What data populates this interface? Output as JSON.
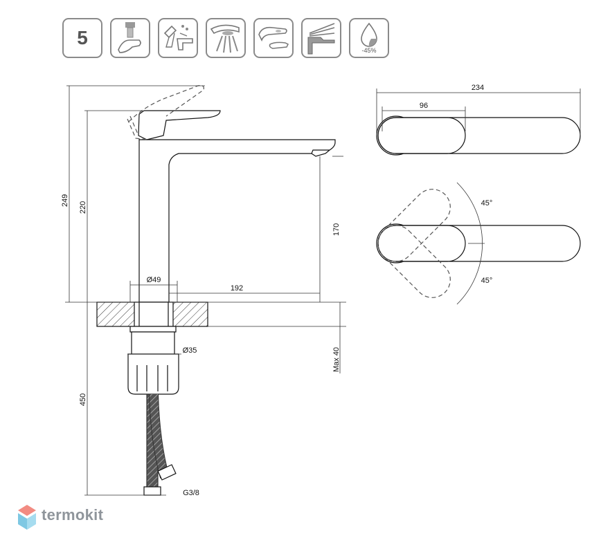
{
  "feature_icons": [
    {
      "name": "warranty-years",
      "text": "5"
    },
    {
      "name": "aerator-hand-icon"
    },
    {
      "name": "cleaning-icon"
    },
    {
      "name": "spray-icon"
    },
    {
      "name": "soft-touch-icon"
    },
    {
      "name": "cold-start-lever-icon"
    },
    {
      "name": "water-saving-icon",
      "text": "-45%"
    }
  ],
  "dimensions": {
    "total_height": "249",
    "spout_height": "220",
    "outlet_height": "170",
    "base_diameter": "Ø49",
    "reach": "192",
    "top_length": "234",
    "handle_length": "96",
    "rotation_up": "45°",
    "rotation_down": "45°",
    "shank_diameter": "Ø35",
    "max_thickness": "Max 40",
    "hose_length": "450",
    "connection": "G3/8"
  },
  "logo": {
    "text": "termokit",
    "colors": [
      "#f28b82",
      "#7ec8e3"
    ]
  }
}
